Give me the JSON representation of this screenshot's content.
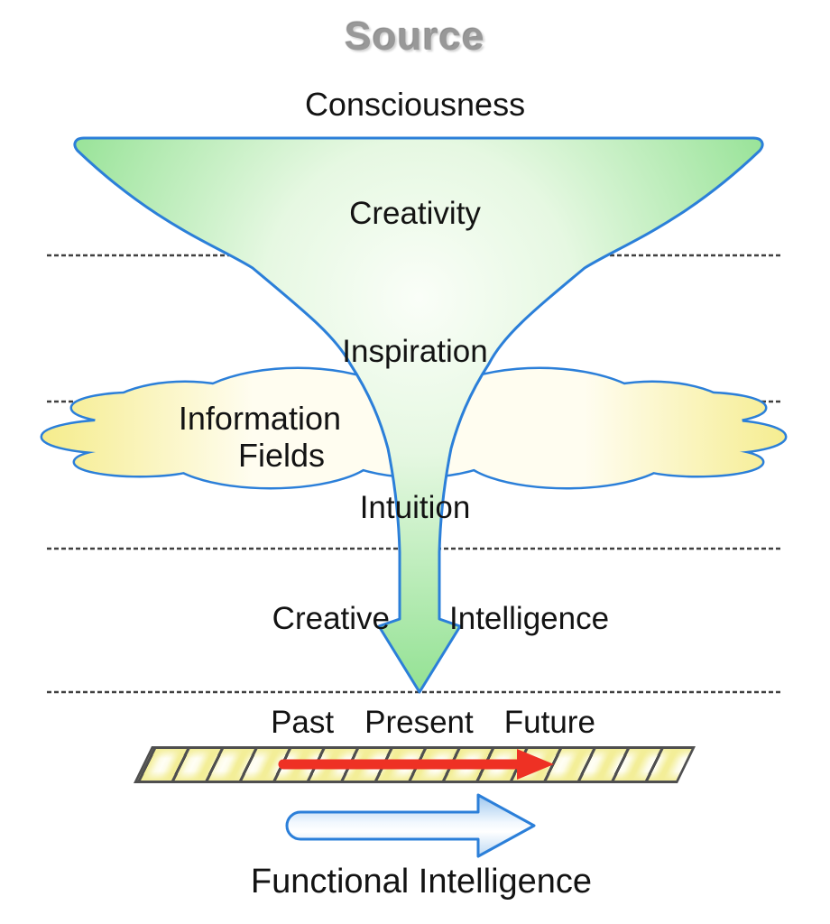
{
  "header": {
    "title": "Source",
    "subtitle": "Consciousness"
  },
  "funnel": {
    "creativity": "Creativity",
    "inspiration": "Inspiration",
    "intuition": "Intuition",
    "creative": "Creative",
    "intelligence": "Intelligence"
  },
  "cloud": {
    "line1": "Information",
    "line2": "Fields"
  },
  "timeline": {
    "past": "Past",
    "present": "Present",
    "future": "Future"
  },
  "footer": {
    "label": "Functional Intelligence"
  },
  "colors": {
    "title_gray": "#989898",
    "outline_blue": "#2b7fd9",
    "funnel_green_edge": "#95e295",
    "funnel_green_center": "#fafef8",
    "cloud_yellow": "#f5ec8c",
    "cloud_white": "#fffdf0",
    "timeline_yellow": "#f3ee98",
    "timeline_divider_gray": "#4f4f4f",
    "time_arrow_red": "#ee3124",
    "functional_arrow_blue_light": "#b9d7f2",
    "dashed_line_gray": "#404040"
  }
}
